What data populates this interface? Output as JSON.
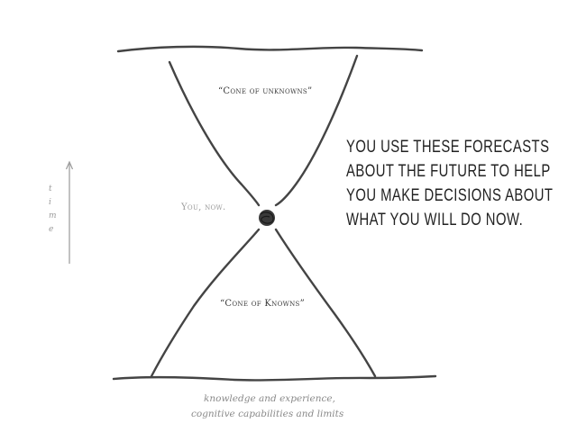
{
  "diagram": {
    "cone_unknowns_label": "“Cone of unknowns”",
    "cone_knowns_label": "“Cone of Knowns”",
    "you_now_label": "You, now.",
    "time_axis_letters": [
      "t",
      "i",
      "m",
      "e"
    ],
    "main_text_lines": [
      "YOU USE THESE FORECASTS",
      "ABOUT THE FUTURE TO HELP",
      "YOU MAKE DECISIONS ABOUT",
      "WHAT YOU WILL DO NOW."
    ],
    "footer_lines": [
      "knowledge and experience,",
      "cognitive capabilities and limits"
    ]
  }
}
